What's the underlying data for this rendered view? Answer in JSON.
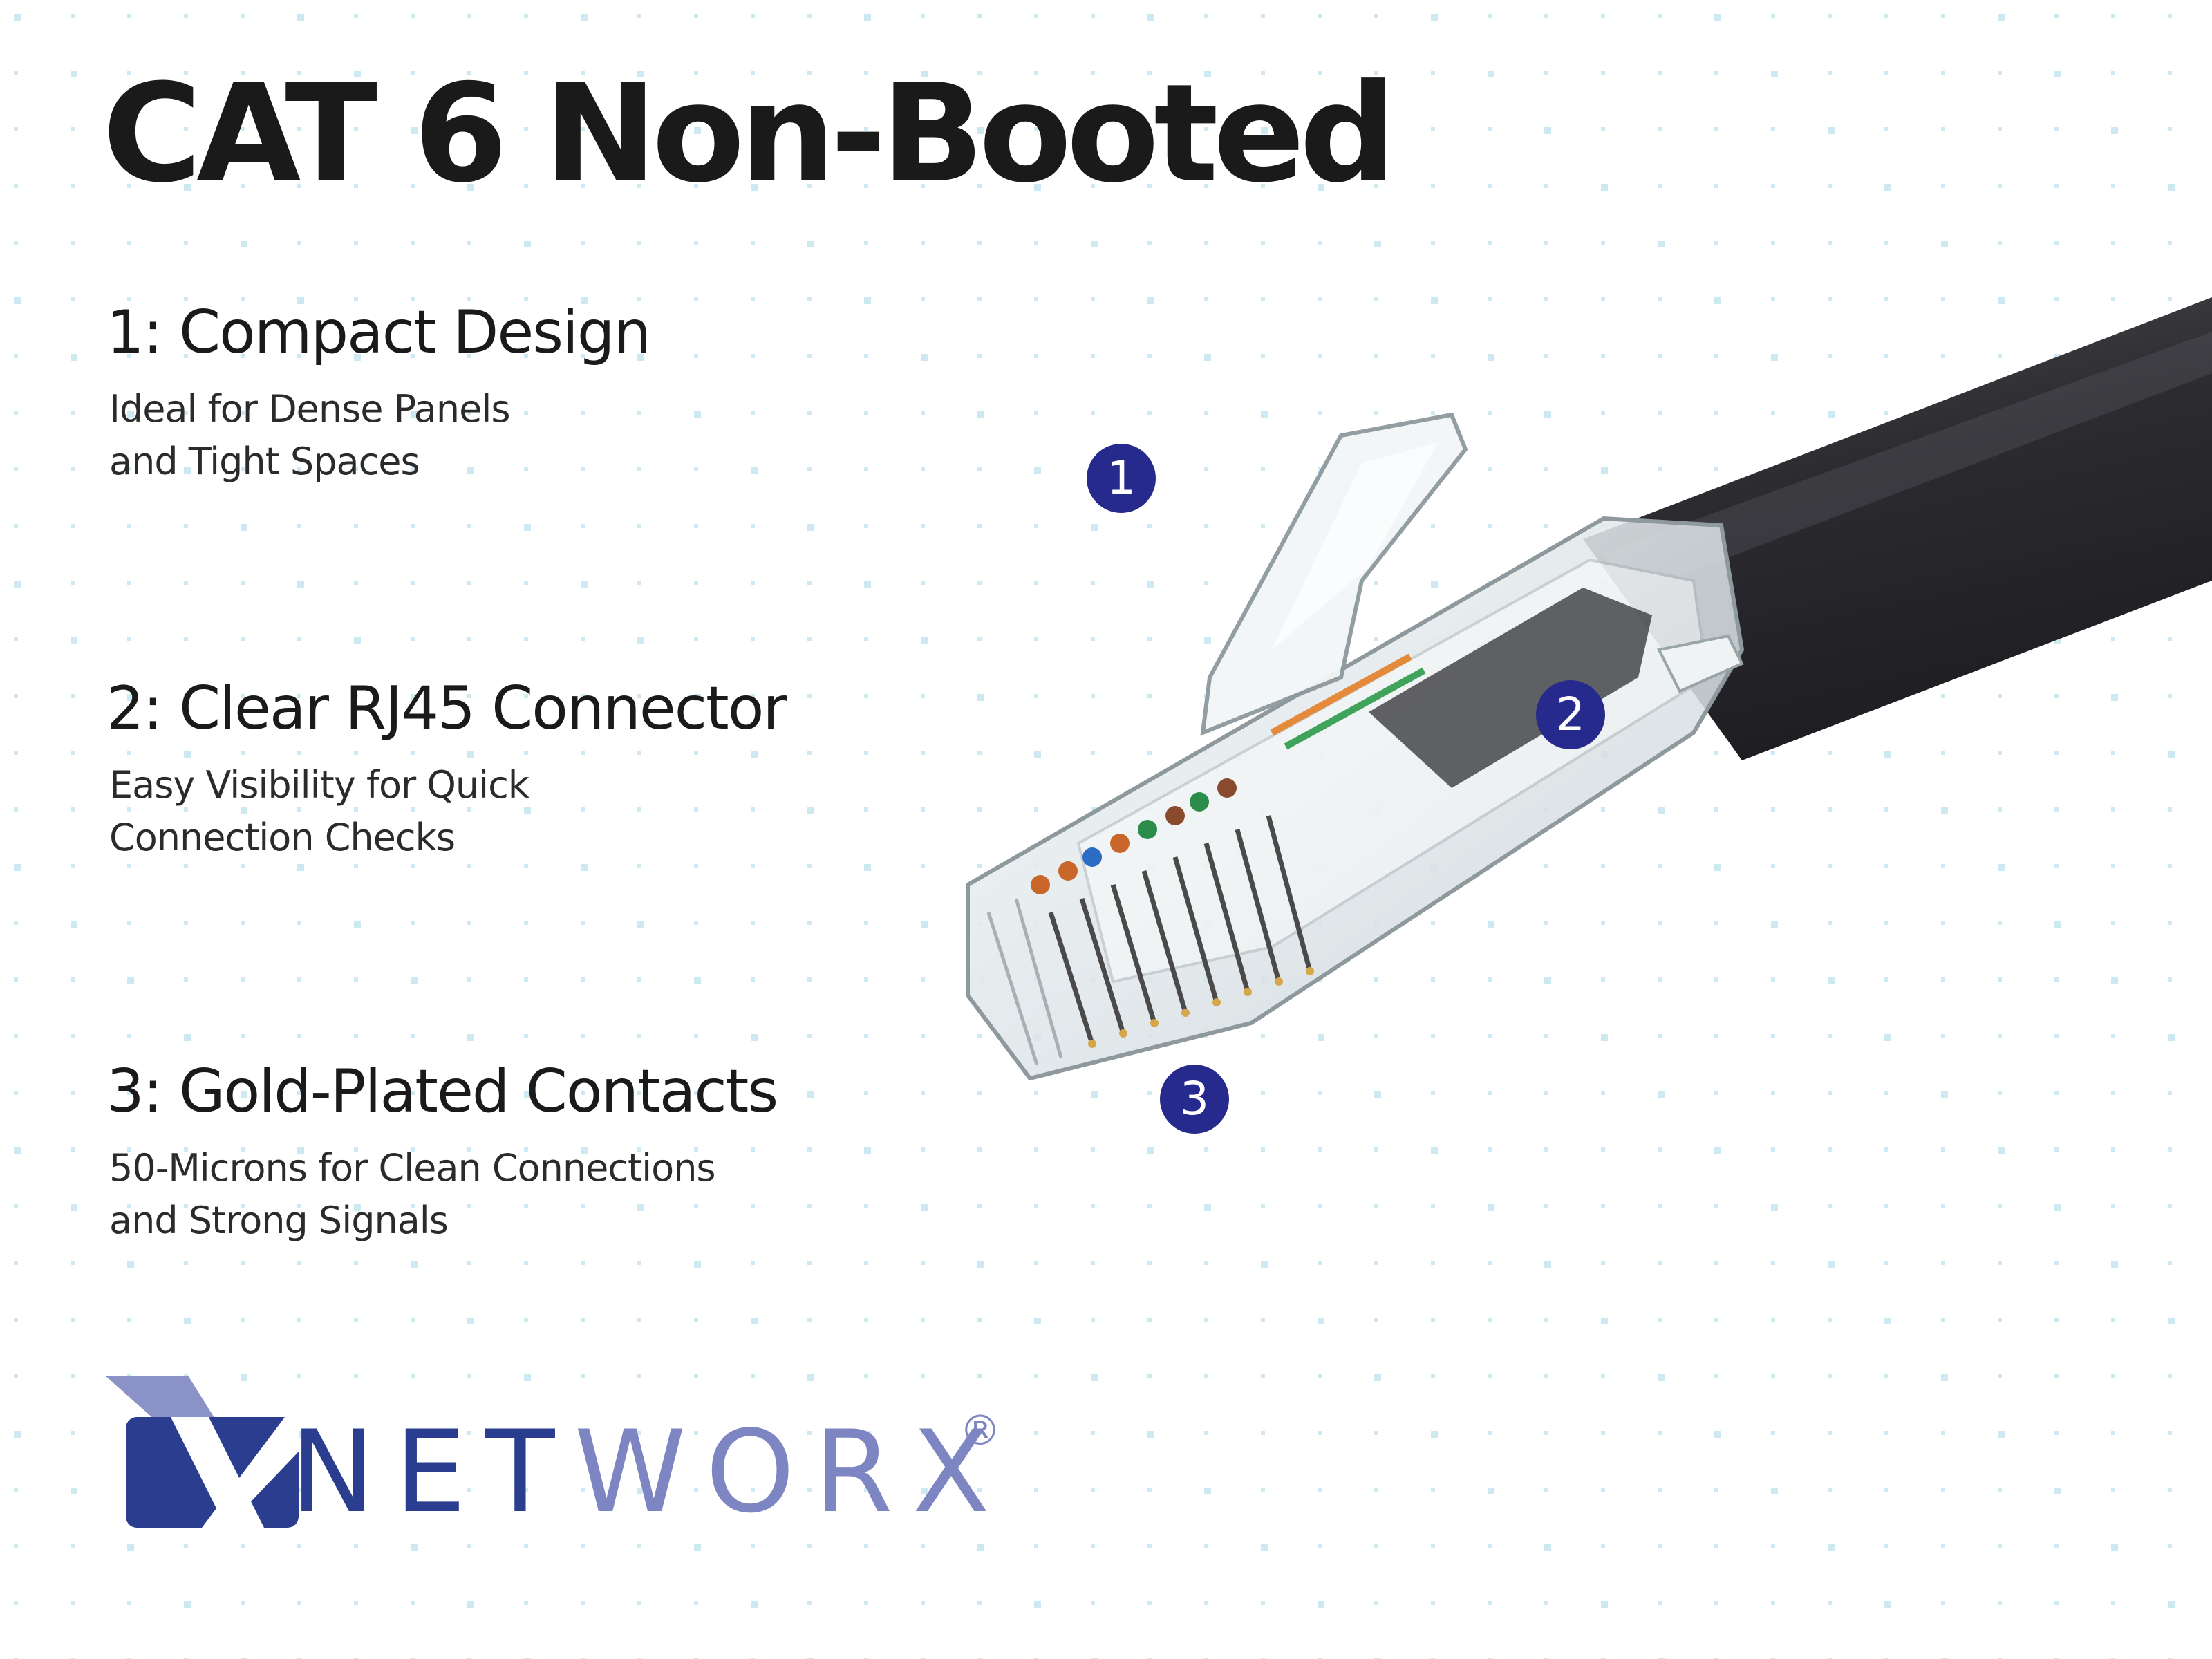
{
  "title": "CAT 6 Non-Booted",
  "features": [
    {
      "number": "1",
      "heading": "1: Compact Design",
      "lines": [
        "Ideal for Dense Panels",
        "and Tight Spaces"
      ]
    },
    {
      "number": "2",
      "heading": "2: Clear RJ45 Connector",
      "lines": [
        "Easy Visibility for Quick",
        "Connection Checks"
      ]
    },
    {
      "number": "3",
      "heading": "3: Gold-Plated Contacts",
      "lines": [
        "50-Microns for Clean Connections",
        "and Strong Signals"
      ]
    }
  ],
  "brand": {
    "part_dark": "NET",
    "part_light": "WORX",
    "registered": "®",
    "color_dark": "#2a3d8f",
    "color_light": "#7d86c2"
  },
  "colors": {
    "marker": "#262a8c",
    "cable": "#2f2f33",
    "background_dots": "#cfe9f2"
  },
  "icons": [
    "rj45-connector-image",
    "networx-x-logo-icon"
  ]
}
